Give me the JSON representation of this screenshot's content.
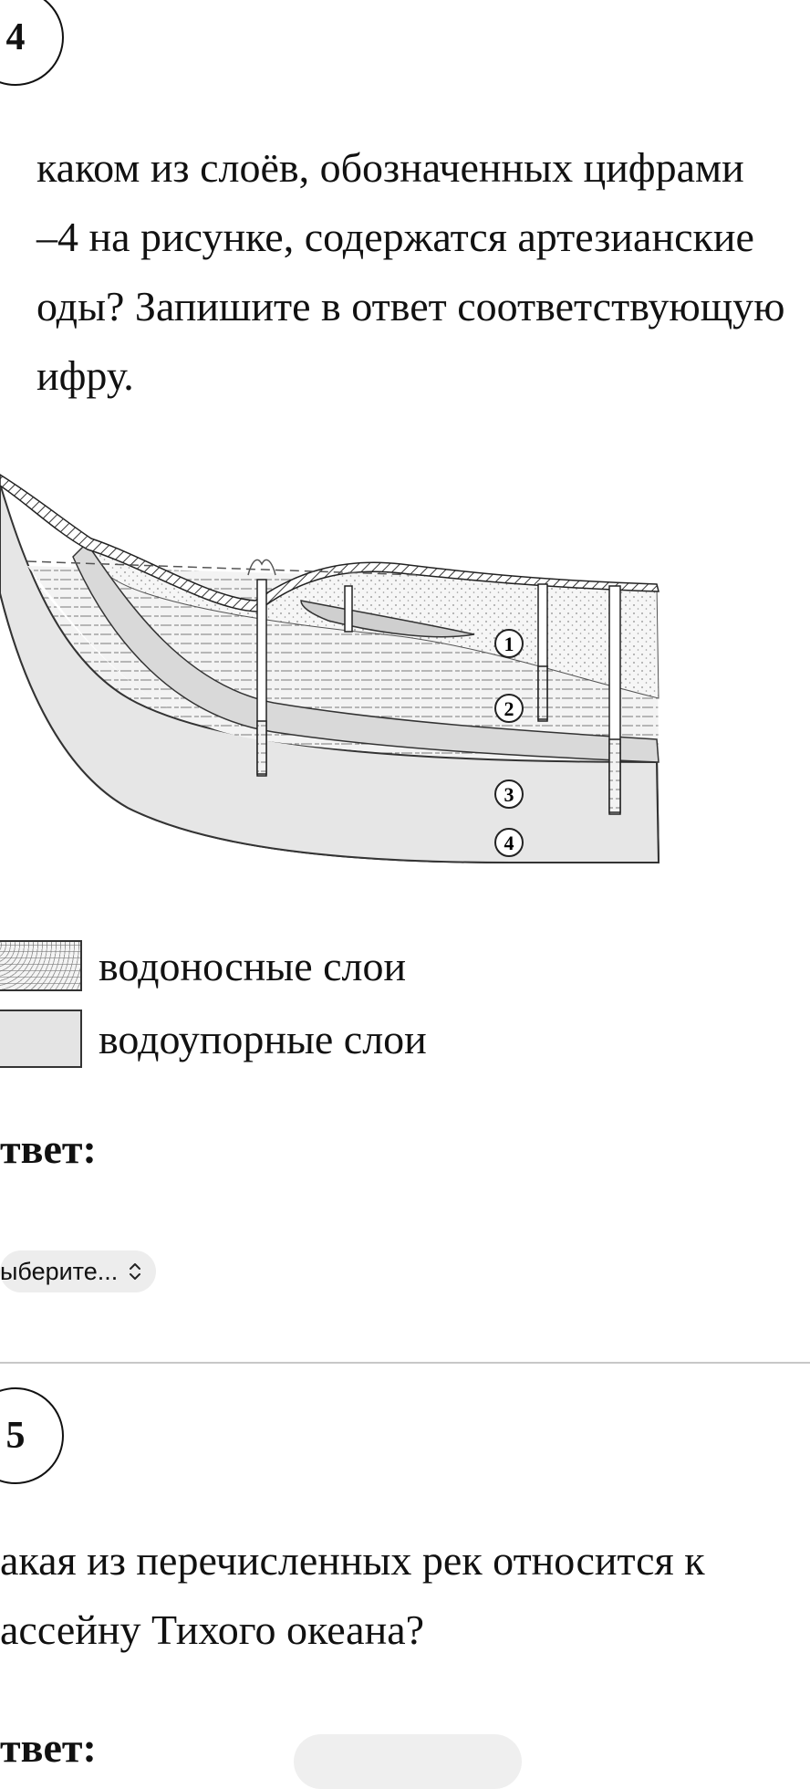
{
  "question_14": {
    "number": "4",
    "text_lines": [
      "каком из слоёв, обозначенных цифрами",
      "–4 на рисунке, содержатся артезианские",
      "оды? Запишите в ответ соответствующую",
      "ифру."
    ],
    "figure_labels": [
      "1",
      "2",
      "3",
      "4"
    ],
    "legend": [
      {
        "label": "водоносные слои"
      },
      {
        "label": "водоупорные слои"
      }
    ],
    "answer_label": "твет:",
    "select": {
      "value": "ыберите...",
      "icon": "chevron-up-down-icon"
    }
  },
  "question_15": {
    "number": "5",
    "text_lines": [
      "акая из перечисленных рек относится к",
      "ассейну Тихого океана?"
    ],
    "answer_label": "твет:"
  }
}
